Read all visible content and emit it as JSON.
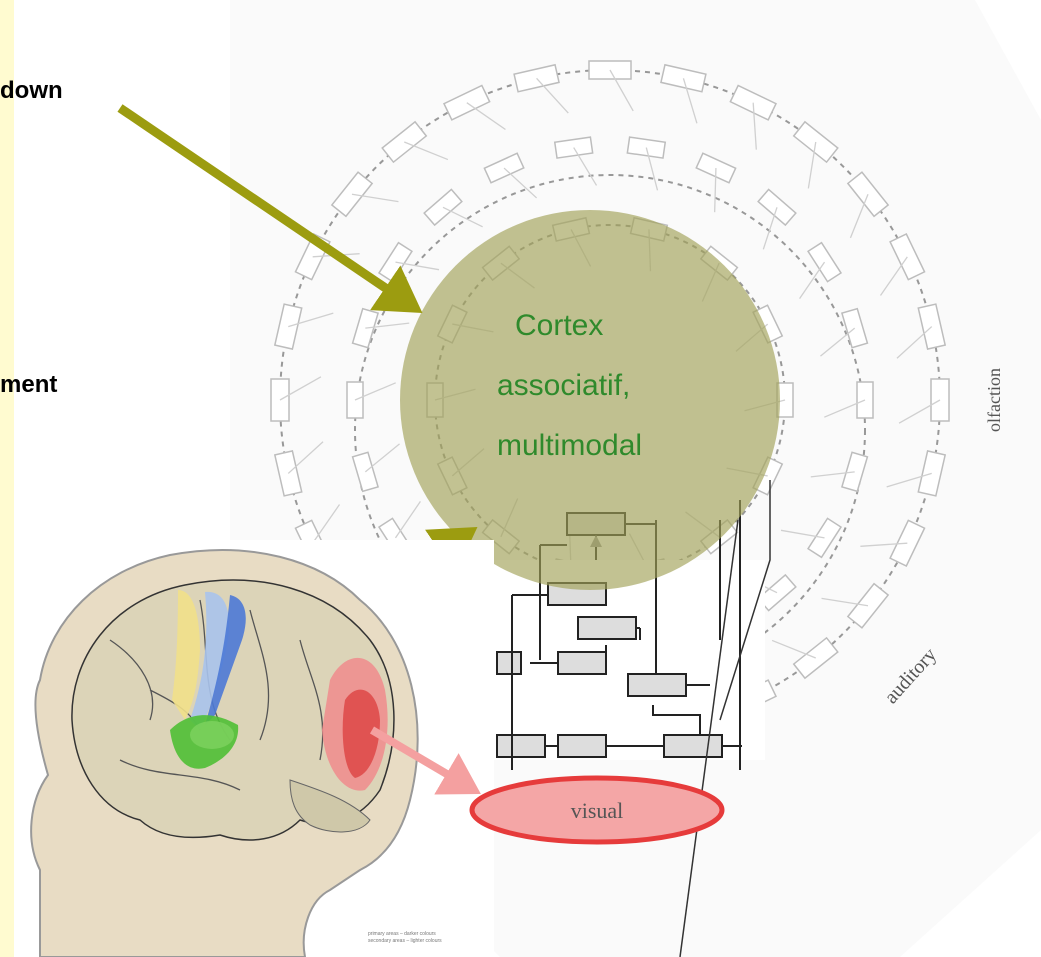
{
  "left_labels": {
    "top_down_fragment": "down",
    "ment_fragment": "ment"
  },
  "center_circle": {
    "line1": "Cortex",
    "line2": "associatif,",
    "line3": "multimodal"
  },
  "network_labels": {
    "olfaction": "olfaction",
    "auditory": "auditory",
    "visual": "visual"
  },
  "brain_labels": {
    "primary_label": "primary areas – darker colours",
    "secondary_label": "secondary areas – lighter colours"
  },
  "colors": {
    "arrow_olive": "#9c9c10",
    "circle_fill": "#a2a158",
    "label_green": "#2f8a2c",
    "visual_red": "#e63b3b",
    "visual_fill": "#f4a6a6",
    "head_skin": "#e8dcc4",
    "left_strip": "#fffbd0"
  }
}
